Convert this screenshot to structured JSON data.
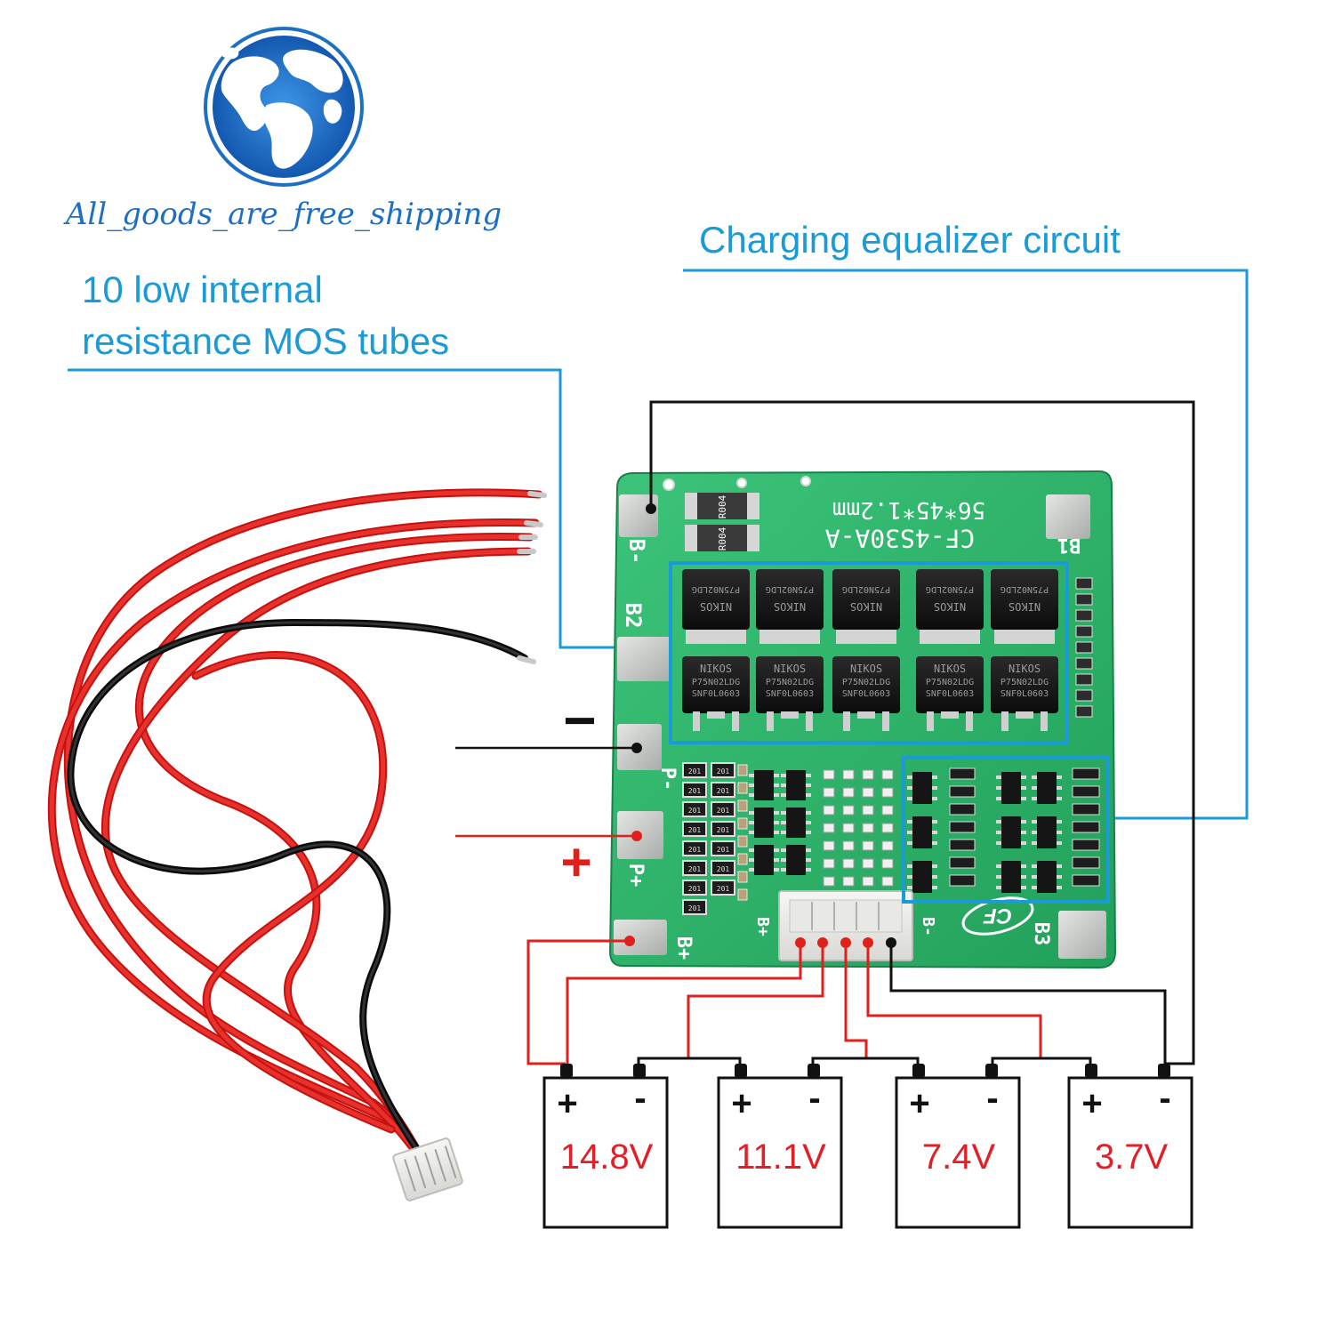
{
  "brand": {
    "watermark": "All_goods_are_free_shipping"
  },
  "callouts": {
    "mos": {
      "line1": "10 low internal",
      "line2": "resistance MOS tubes"
    },
    "equalizer": "Charging equalizer circuit"
  },
  "board": {
    "model": "CF-4S30A-A",
    "dimensions": "56*45*1.2mm",
    "pad_b_minus": "B-",
    "pad_b1": "B1",
    "pad_b2": "B2",
    "pad_b3": "B3",
    "pad_p_minus": "P-",
    "pad_p_plus": "P+",
    "pad_b_plus": "B+",
    "conn_b_plus": "B+",
    "conn_b_minus": "B-",
    "resistor_marking": "R004",
    "mos_top_marking": "NIKOS",
    "mos_part": "P75N02LDG",
    "mos_lot": "SNF0L0603",
    "smd_marking": "201",
    "cf_logo": "CF"
  },
  "output": {
    "minus_symbol": "−",
    "plus_symbol": "+"
  },
  "batteries": [
    {
      "voltage": "14.8V",
      "plus": "+",
      "minus": "-"
    },
    {
      "voltage": "11.1V",
      "plus": "+",
      "minus": "-"
    },
    {
      "voltage": "7.4V",
      "plus": "+",
      "minus": "-"
    },
    {
      "voltage": "3.7V",
      "plus": "+",
      "minus": "-"
    }
  ],
  "colors": {
    "callout_blue": "#1a9ad6",
    "wire_red": "#e0201c",
    "wire_black": "#111111",
    "pcb_green": "#2fb56a",
    "pcb_dark": "#1f8f50",
    "pad_silver": "#c9ccc9",
    "voltage_red": "#e41e26",
    "globe_blue": "#1d6fc4"
  }
}
